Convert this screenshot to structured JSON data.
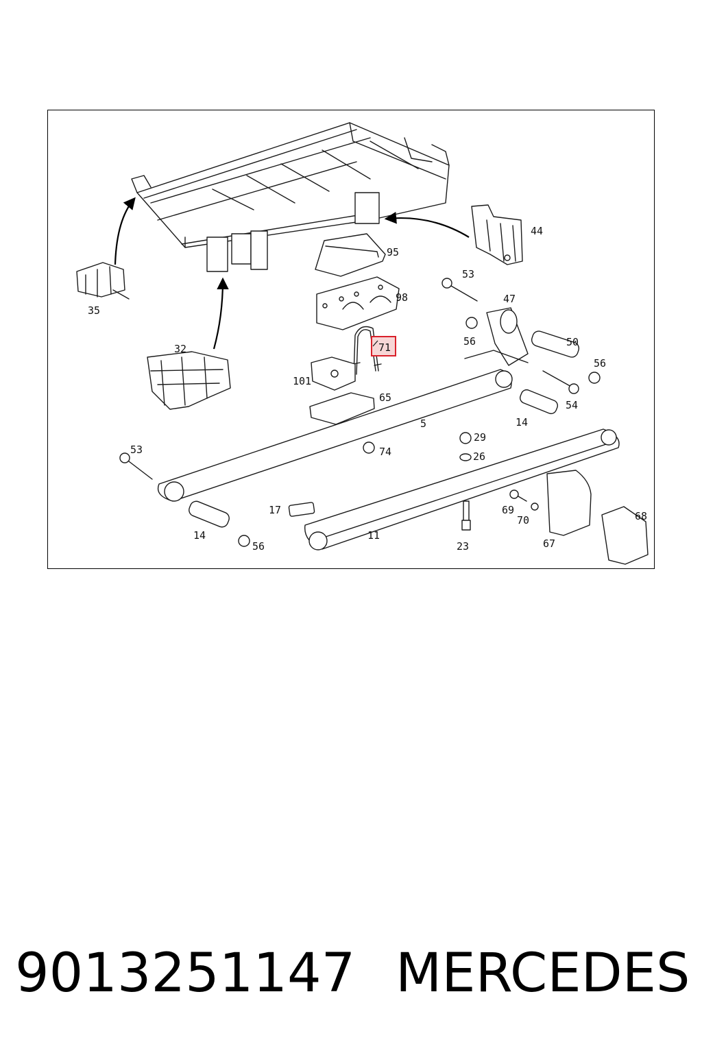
{
  "diagram": {
    "highlight_color": "#d9202a",
    "highlighted_callout": "71",
    "callouts": {
      "c35": "35",
      "c32": "32",
      "c95": "95",
      "c98": "98",
      "c44": "44",
      "c53a": "53",
      "c47": "47",
      "c56a": "56",
      "c50": "50",
      "c56b": "56",
      "c71": "71",
      "c101": "101",
      "c65": "65",
      "c54": "54",
      "c5": "5",
      "c14a": "14",
      "c29": "29",
      "c53b": "53",
      "c74": "74",
      "c26": "26",
      "c69": "69",
      "c70": "70",
      "c68": "68",
      "c17": "17",
      "c11": "11",
      "c14b": "14",
      "c56c": "56",
      "c23": "23",
      "c67": "67"
    }
  },
  "footer": {
    "part_number": "9013251147",
    "brand": "MERCEDES"
  }
}
